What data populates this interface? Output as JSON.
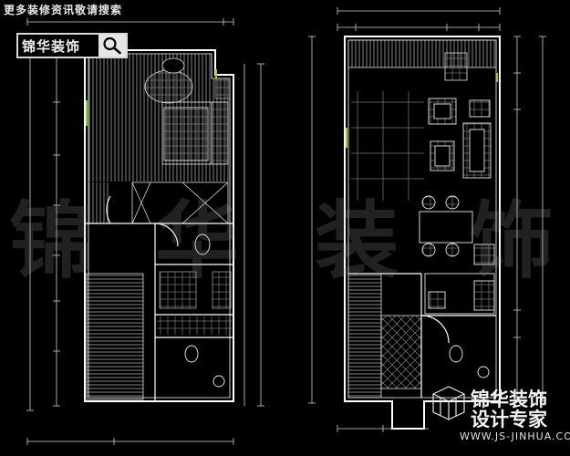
{
  "banner": {
    "text": "更多装修资讯敬请搜索"
  },
  "search": {
    "brand": "锦华装饰"
  },
  "watermark": {
    "chars": [
      "锦",
      "华",
      "装",
      "饰"
    ]
  },
  "logo": {
    "name": "锦华装饰",
    "slogan": "设计专家",
    "url": "WWW.JS-JINHUA.COM"
  },
  "colors": {
    "background": "#000000",
    "line": "#e8e8e8",
    "wall": "#ffffff",
    "dimension": "#d8d8d8",
    "accent_green": "#9acd32",
    "watermark": "#808080"
  }
}
